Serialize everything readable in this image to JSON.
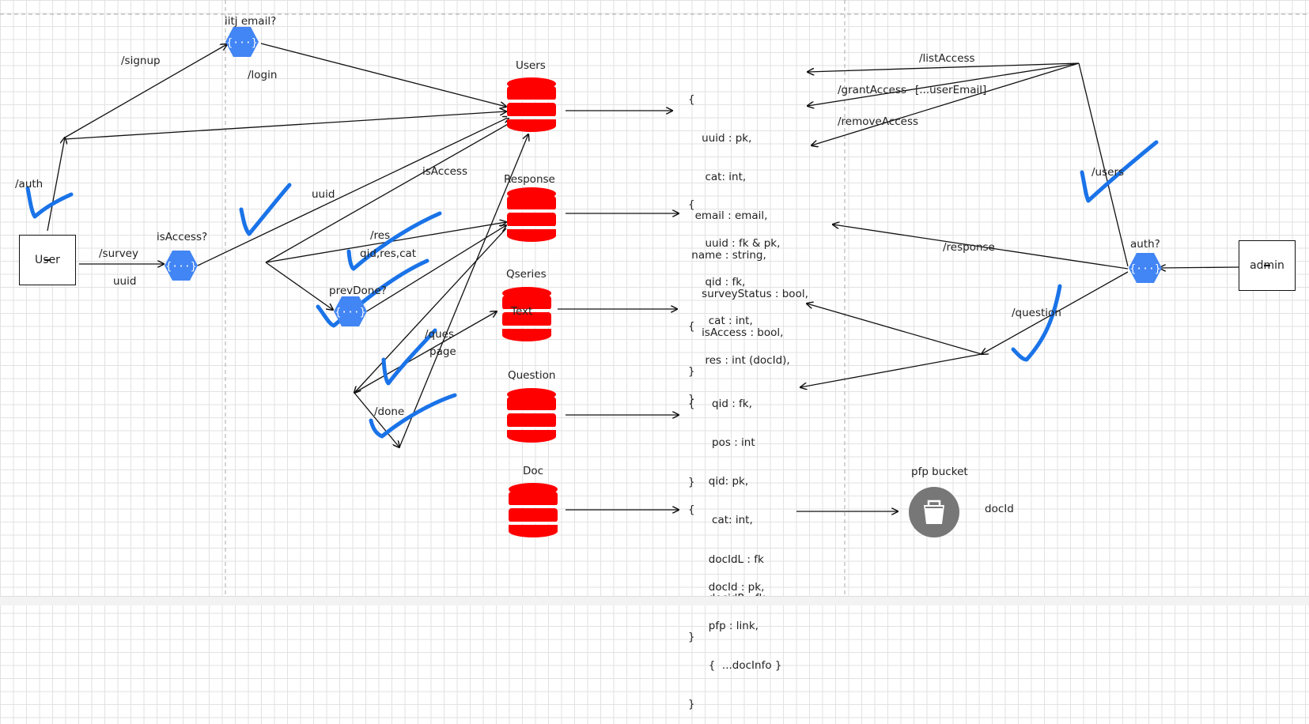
{
  "nodes": {
    "user": "User",
    "admin": "admin",
    "iitj_email": "iitj email?",
    "is_access": "isAccess?",
    "prev_done": "prevDone?",
    "auth": "auth?",
    "pfp_bucket": "pfp bucket"
  },
  "tables": {
    "users": "Users",
    "response": "Response",
    "qseries": "Qseries",
    "qseries_text": "Text",
    "question": "Question",
    "doc": "Doc"
  },
  "edge_labels": {
    "signup": "/signup",
    "login": "/login",
    "auth": "/auth",
    "survey": "/survey",
    "uuid_below_survey": "uuid",
    "uuid_mid": "uuid",
    "is_access": "isAccess",
    "res": "/res",
    "qid_res_cat": "qid,res,cat",
    "ques": "/ques",
    "page": "page",
    "done": "/done",
    "list_access": "/listAccess",
    "grant_access": "/grantAccess",
    "user_email": "[...userEmail]",
    "remove_access": "/removeAccess",
    "users": "/users",
    "response": "/response",
    "question": "/question",
    "doc_id": "docId"
  },
  "schemas": {
    "users": [
      "{",
      "    uuid : pk,",
      "     cat: int,",
      "  email : email,",
      " name : string,",
      "    surveyStatus : bool,",
      "    isAccess : bool,",
      "}"
    ],
    "response": [
      "{",
      "     uuid : fk & pk,",
      "     qid : fk,",
      "      cat : int,",
      "     res : int (docId),",
      "}"
    ],
    "qseries": [
      "{",
      "",
      "       qid : fk,",
      "       pos : int",
      "}"
    ],
    "question": [
      "{",
      "",
      "      qid: pk,",
      "       cat: int,",
      "      docIdL : fk",
      "      docidR : fk",
      "}"
    ],
    "doc": [
      "{",
      "",
      "      docId : pk,",
      "      pfp : link,",
      "      {  ...docInfo }",
      "}"
    ]
  },
  "colors": {
    "database": "#ff0000",
    "function_hex": "#4285f4",
    "checkmark": "#1a73e8",
    "bucket": "#777777"
  },
  "icons": {
    "function": "cloud-function-icon",
    "database": "database-icon",
    "bucket": "storage-bucket-icon",
    "check": "checkmark-icon"
  }
}
